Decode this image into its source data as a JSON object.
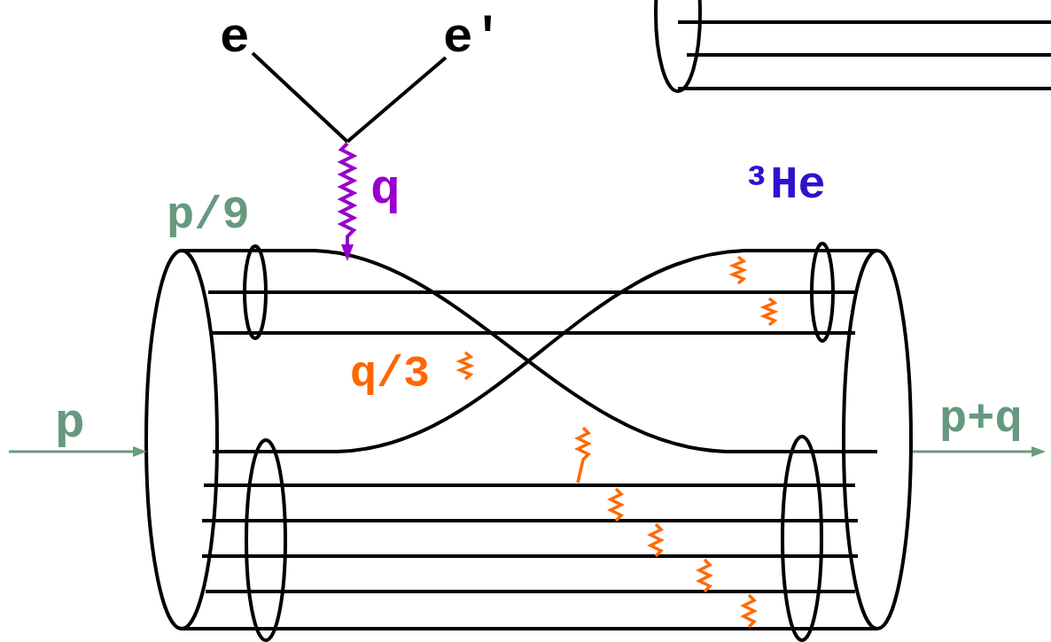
{
  "diagram": {
    "labels": [
      "e",
      "e′",
      "q",
      "p/9",
      "³He",
      "q/3",
      "p",
      "p+q"
    ]
  }
}
